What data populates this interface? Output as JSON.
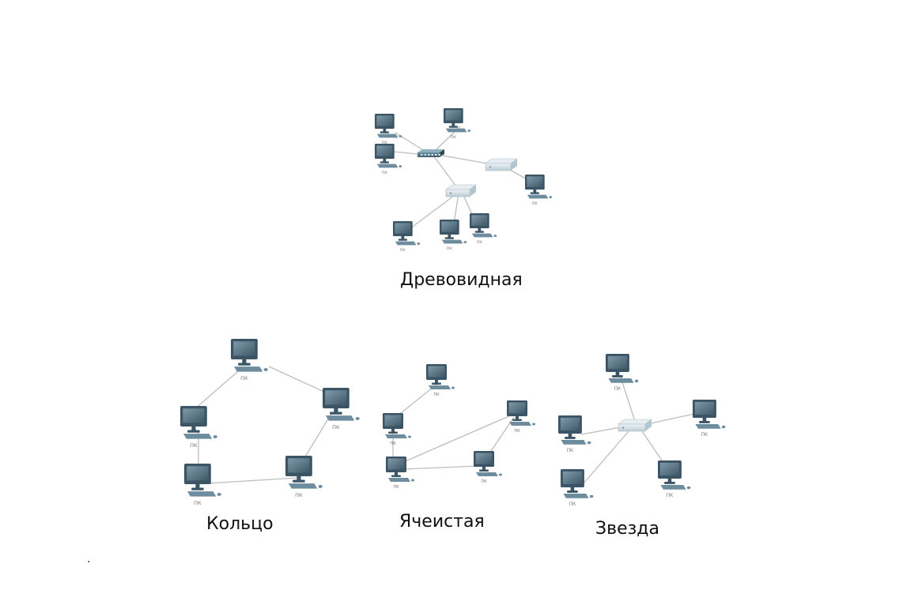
{
  "diagrams": {
    "tree": {
      "caption": "Древовидная",
      "pc_label": "ПК"
    },
    "ring": {
      "caption": "Кольцо",
      "pc_label": "ПК"
    },
    "mesh": {
      "caption": "Ячеистая",
      "pc_label": "ПК"
    },
    "star": {
      "caption": "Звезда",
      "pc_label": "ПК"
    }
  },
  "footnote": ".",
  "colors": {
    "monitor_frame": "#3b5466",
    "monitor_screen": "#5d7b8c",
    "keyboard": "#6d8c9e",
    "switch_dark": "#4f7282",
    "switch_light": "#cfdde5",
    "cable": "#bdbdbd"
  },
  "icons": [
    "computer-icon",
    "network-switch-icon",
    "hub-icon"
  ]
}
